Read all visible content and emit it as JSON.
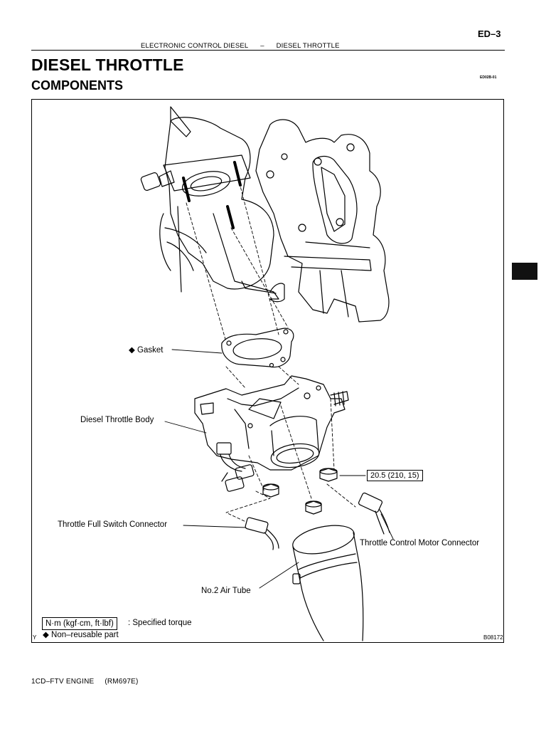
{
  "header": {
    "page_code": "ED–3",
    "section": "ELECTRONIC CONTROL DIESEL",
    "separator": "–",
    "topic": "DIESEL THROTTLE"
  },
  "title": "DIESEL THROTTLE",
  "subtitle": "COMPONENTS",
  "ref_code": "ED02B-01",
  "labels": {
    "gasket": "◆ Gasket",
    "throttle_body": "Diesel Throttle Body",
    "torque_value": "20.5 (210, 15)",
    "throttle_full_switch": "Throttle Full Switch Connector",
    "throttle_control_motor": "Throttle Control Motor Connector",
    "air_tube": "No.2 Air Tube"
  },
  "legend": {
    "torque_unit": "N·m (kgf·cm, ft·lbf)",
    "torque_desc": ": Specified torque",
    "non_reusable": "◆ Non–reusable part"
  },
  "corner_mark": "Y",
  "figure_code": "B08172",
  "footer": {
    "engine": "1CD–FTV ENGINE",
    "manual": "(RM697E)"
  }
}
